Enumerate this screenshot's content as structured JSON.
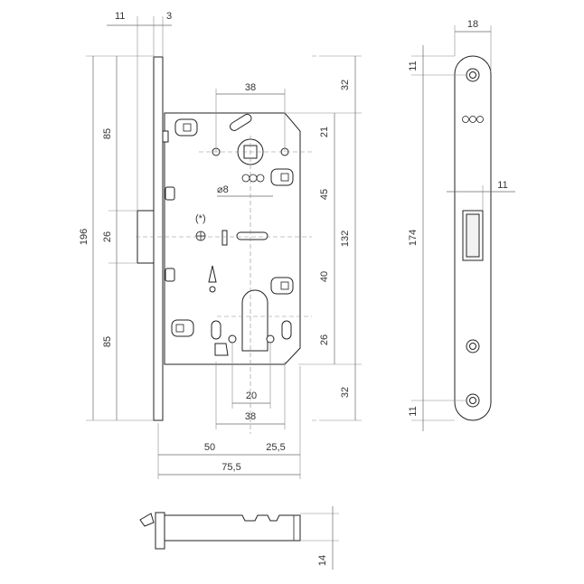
{
  "dimensions": {
    "front_thickness": "11",
    "flange_offset": "3",
    "total_height": "196",
    "upper_span": "85",
    "latch_height": "26",
    "lower_span": "85",
    "handle_offset_top": "38",
    "top_margin": "32",
    "handle_to_key": "21",
    "key_to_latch": "45",
    "latch_to_cylinder": "40",
    "cylinder_span": "26",
    "bottom_margin": "32",
    "body_height": "132",
    "diameter_label": "⌀8",
    "note_marker": "(*)",
    "cylinder_width": "20",
    "handle_offset_bottom": "38",
    "backset": "50",
    "body_depth": "25,5",
    "overall_depth": "75,5",
    "strike_width": "18",
    "strike_top_margin": "11",
    "strike_height": "174",
    "strike_bottom_margin": "11",
    "strike_opening_width": "11",
    "bolt_height": "14"
  },
  "colors": {
    "line": "#222222",
    "dimension": "#6a6a6a",
    "text": "#333333"
  }
}
